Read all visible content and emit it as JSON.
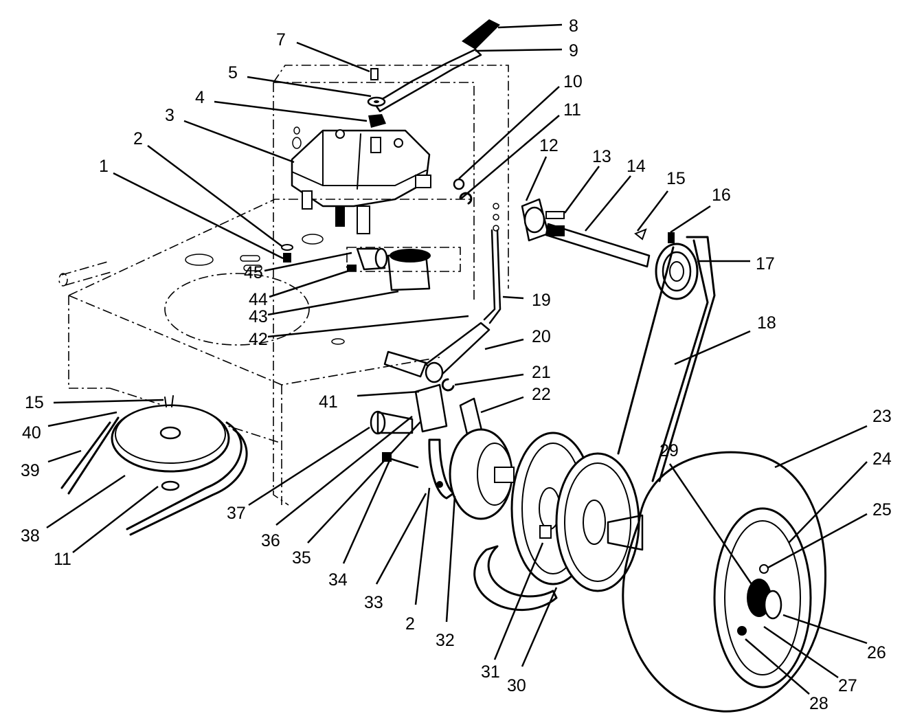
{
  "diagram": {
    "colors": {
      "ink": "#000000",
      "paper": "#ffffff"
    },
    "callouts": [
      {
        "id": "8",
        "label": "8"
      },
      {
        "id": "9",
        "label": "9"
      },
      {
        "id": "7",
        "label": "7"
      },
      {
        "id": "5",
        "label": "5"
      },
      {
        "id": "4",
        "label": "4"
      },
      {
        "id": "3",
        "label": "3"
      },
      {
        "id": "2a",
        "label": "2"
      },
      {
        "id": "1",
        "label": "1"
      },
      {
        "id": "10",
        "label": "10"
      },
      {
        "id": "11a",
        "label": "11"
      },
      {
        "id": "12",
        "label": "12"
      },
      {
        "id": "13",
        "label": "13"
      },
      {
        "id": "14",
        "label": "14"
      },
      {
        "id": "15a",
        "label": "15"
      },
      {
        "id": "16",
        "label": "16"
      },
      {
        "id": "17",
        "label": "17"
      },
      {
        "id": "18",
        "label": "18"
      },
      {
        "id": "19",
        "label": "19"
      },
      {
        "id": "20",
        "label": "20"
      },
      {
        "id": "21",
        "label": "21"
      },
      {
        "id": "22",
        "label": "22"
      },
      {
        "id": "23",
        "label": "23"
      },
      {
        "id": "24",
        "label": "24"
      },
      {
        "id": "25",
        "label": "25"
      },
      {
        "id": "26",
        "label": "26"
      },
      {
        "id": "27",
        "label": "27"
      },
      {
        "id": "28",
        "label": "28"
      },
      {
        "id": "29",
        "label": "29"
      },
      {
        "id": "30",
        "label": "30"
      },
      {
        "id": "31",
        "label": "31"
      },
      {
        "id": "32",
        "label": "32"
      },
      {
        "id": "2b",
        "label": "2"
      },
      {
        "id": "33",
        "label": "33"
      },
      {
        "id": "34",
        "label": "34"
      },
      {
        "id": "35",
        "label": "35"
      },
      {
        "id": "36",
        "label": "36"
      },
      {
        "id": "37",
        "label": "37"
      },
      {
        "id": "41",
        "label": "41"
      },
      {
        "id": "42",
        "label": "42"
      },
      {
        "id": "43",
        "label": "43"
      },
      {
        "id": "44",
        "label": "44"
      },
      {
        "id": "45",
        "label": "45"
      },
      {
        "id": "15b",
        "label": "15"
      },
      {
        "id": "40",
        "label": "40"
      },
      {
        "id": "39",
        "label": "39"
      },
      {
        "id": "38",
        "label": "38"
      },
      {
        "id": "11b",
        "label": "11"
      }
    ]
  }
}
